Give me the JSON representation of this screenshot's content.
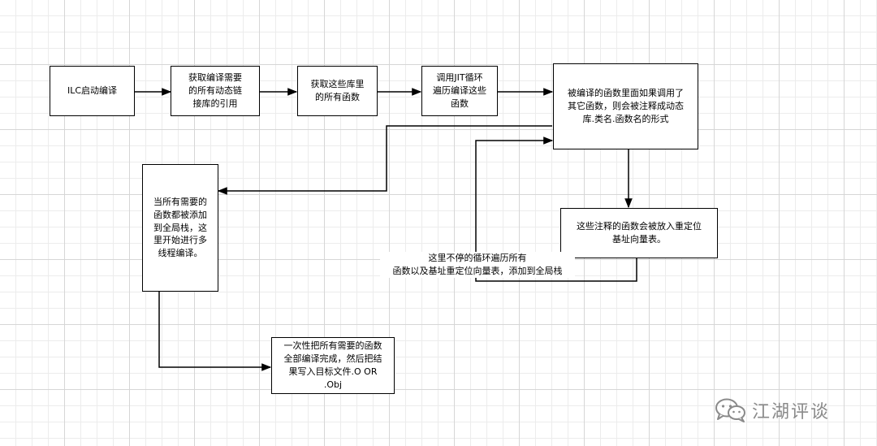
{
  "diagram": {
    "nodes": {
      "ilc_start": "ILC启动编译",
      "get_libs": "获取编译需要\n的所有动态链\n接库的引用",
      "get_funcs": "获取这些库里\n的所有函数",
      "jit_loop": "调用JIT循环\n遍历编译这些\n函数",
      "call_other": "被编译的函数里面如果调用了\n其它函数，则会被注释成动态\n库.类名.函数名的形式",
      "reloc_table": "这些注释的函数会被放入重定位\n基址向量表。",
      "global_stack": "当所有需要的\n函数都被添加\n到全局栈，这\n里开始进行多\n线程编译。",
      "write_obj": "一次性把所有需要的函数\n全部编译完成，然后把结\n果写入目标文件.O OR\n.Obj"
    },
    "edge_labels": {
      "loop_label": "这里不停的循环遍历所有\n函数以及基址重定位向量表，添加到全局栈"
    }
  },
  "watermark": {
    "icon": "wechat-icon",
    "text": "江湖评谈"
  }
}
